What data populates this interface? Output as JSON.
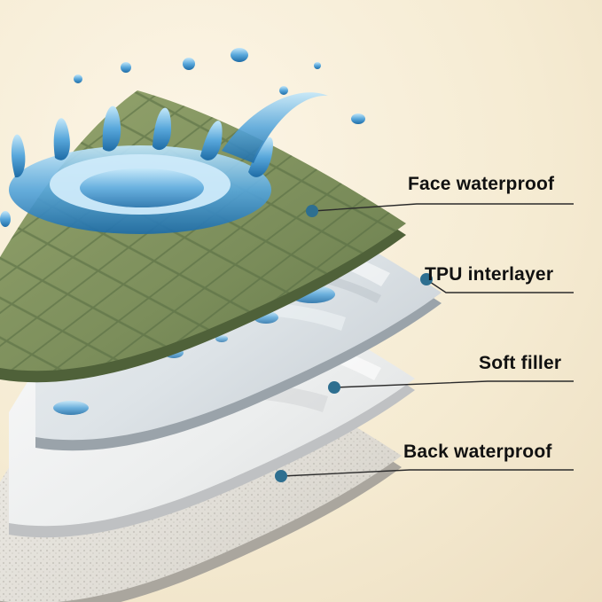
{
  "labels": [
    {
      "text": "Face waterproof",
      "layer": "face-waterproof"
    },
    {
      "text": "TPU interlayer",
      "layer": "tpu-interlayer"
    },
    {
      "text": "Soft filler",
      "layer": "soft-filler"
    },
    {
      "text": "Back waterproof",
      "layer": "back-waterproof"
    }
  ],
  "colors": {
    "background_beige": "#f3e8cf",
    "face_layer_green": "#7e905d",
    "water_blue": "#58a7db",
    "callout_dot": "#2e6f90",
    "callout_line": "#2b2b2b"
  },
  "icons": [
    {
      "name": "callout-dot",
      "meaning": "points to a fabric layer"
    },
    {
      "name": "water-splash",
      "meaning": "waterproof demonstration splash"
    }
  ]
}
